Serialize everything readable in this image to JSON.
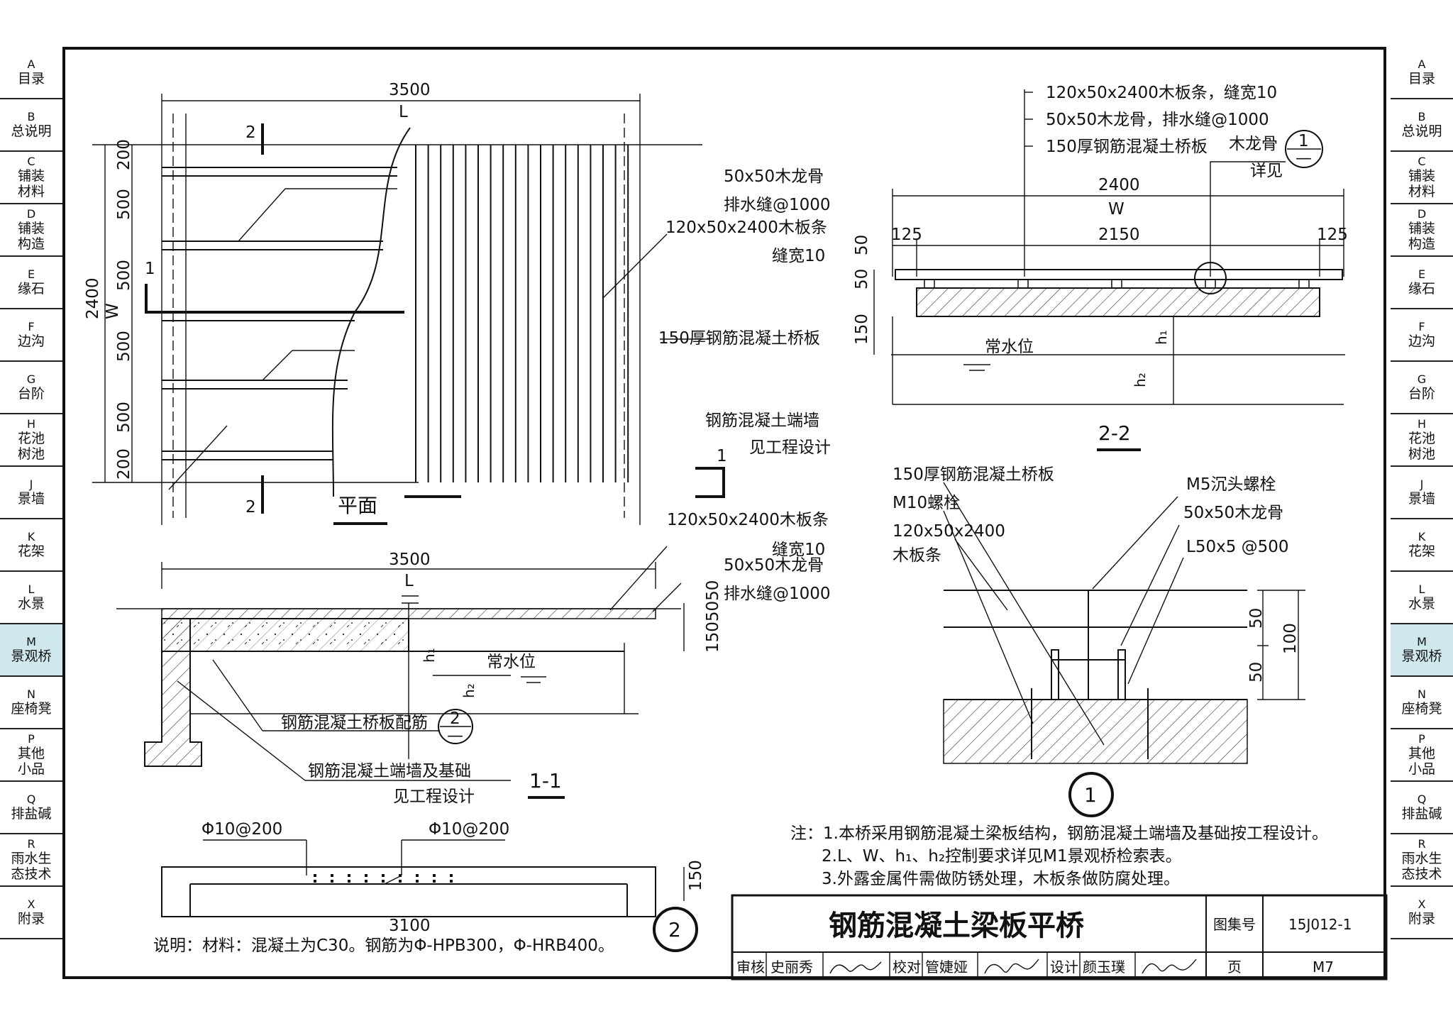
{
  "sidebar": [
    {
      "code": "A",
      "label": "目录"
    },
    {
      "code": "B",
      "label": "总说明"
    },
    {
      "code": "C",
      "label": "铺装\n材料"
    },
    {
      "code": "D",
      "label": "铺装\n构造"
    },
    {
      "code": "E",
      "label": "缘石"
    },
    {
      "code": "F",
      "label": "边沟"
    },
    {
      "code": "G",
      "label": "台阶"
    },
    {
      "code": "H",
      "label": "花池\n树池"
    },
    {
      "code": "J",
      "label": "景墙"
    },
    {
      "code": "K",
      "label": "花架"
    },
    {
      "code": "L",
      "label": "水景"
    },
    {
      "code": "M",
      "label": "景观桥",
      "active": true
    },
    {
      "code": "N",
      "label": "座椅凳"
    },
    {
      "code": "P",
      "label": "其他\n小品"
    },
    {
      "code": "Q",
      "label": "排盐碱"
    },
    {
      "code": "R",
      "label": "雨水生\n态技术"
    },
    {
      "code": "X",
      "label": "附录"
    }
  ],
  "plan": {
    "dim_length": "3500",
    "L": "L",
    "dim_width": "2400",
    "W": "W",
    "dims_left": [
      "200",
      "500",
      "500",
      "500",
      "500",
      "200"
    ],
    "sec1": "1",
    "sec2": "2",
    "title": "平面",
    "lbl_joist": "50x50木龙骨",
    "lbl_drain": "排水缝@1000",
    "lbl_plank": "120x50x2400木板条",
    "lbl_gap": "缝宽10",
    "lbl_slab": "150厚钢筋混凝土桥板",
    "lbl_wall": "钢筋混凝土端墙",
    "lbl_wall2": "见工程设计"
  },
  "section11": {
    "dim_length": "3500",
    "L": "L",
    "lbl_plank": "120x50x2400木板条",
    "lbl_gap": "缝宽10",
    "lbl_joist": "50x50木龙骨",
    "lbl_drain": "排水缝@1000",
    "dims_right": "1505050",
    "h1": "h₁",
    "h2": "h₂",
    "water": "常水位",
    "lbl_rebar": "钢筋混凝土桥板配筋",
    "lbl_found": "钢筋混凝土端墙及基础",
    "lbl_found2": "见工程设计",
    "title": "1-1",
    "ref_top": "2",
    "ref_bot": "—"
  },
  "section22": {
    "lbl_plank": "120x50x2400木板条，缝宽10",
    "lbl_joist": "50x50木龙骨，排水缝@1000",
    "lbl_slab": "150厚钢筋混凝土桥板",
    "lbl_joist2": "木龙骨",
    "lbl_detail": "详见",
    "ref_top": "1",
    "ref_bot": "—",
    "dim_total": "2400",
    "W": "W",
    "dim_l": "125",
    "dim_mid": "2150",
    "dim_r": "125",
    "dims_left": [
      "50",
      "50",
      "150"
    ],
    "water": "常水位",
    "h1": "h₁",
    "h2": "h₂",
    "title": "2-2"
  },
  "detail1": {
    "lbl_slab": "150厚钢筋混凝土桥板",
    "lbl_bolt": "M10螺栓",
    "lbl_plank": "120x50x2400",
    "lbl_plank2": "木板条",
    "lbl_m5": "M5沉头螺栓",
    "lbl_joist": "50x50木龙骨",
    "lbl_angle": "L50x5 @500",
    "dim_50a": "50",
    "dim_100": "100",
    "dim_50b": "50",
    "title": "1"
  },
  "detail2": {
    "rebar1": "Φ10@200",
    "rebar2": "Φ10@200",
    "dim_len": "3100",
    "dim_th": "150",
    "title": "2",
    "note": "说明：材料：混凝土为C30。钢筋为Φ-HPB300，Φ-HRB400。"
  },
  "notes": [
    "注：1.本桥采用钢筋混凝土梁板结构，钢筋混凝土端墙及基础按工程设计。",
    "2.L、W、h₁、h₂控制要求详见M1景观桥检索表。",
    "3.外露金属件需做防锈处理，木板条做防腐处理。"
  ],
  "title_block": {
    "title": "钢筋混凝土梁板平桥",
    "atlas_label": "图集号",
    "atlas_no": "15J012-1",
    "review": "审核",
    "reviewer": "史丽秀",
    "check": "校对",
    "checker": "管婕娅",
    "design": "设计",
    "designer": "颜玉璞",
    "page_label": "页",
    "page_no": "M7"
  }
}
